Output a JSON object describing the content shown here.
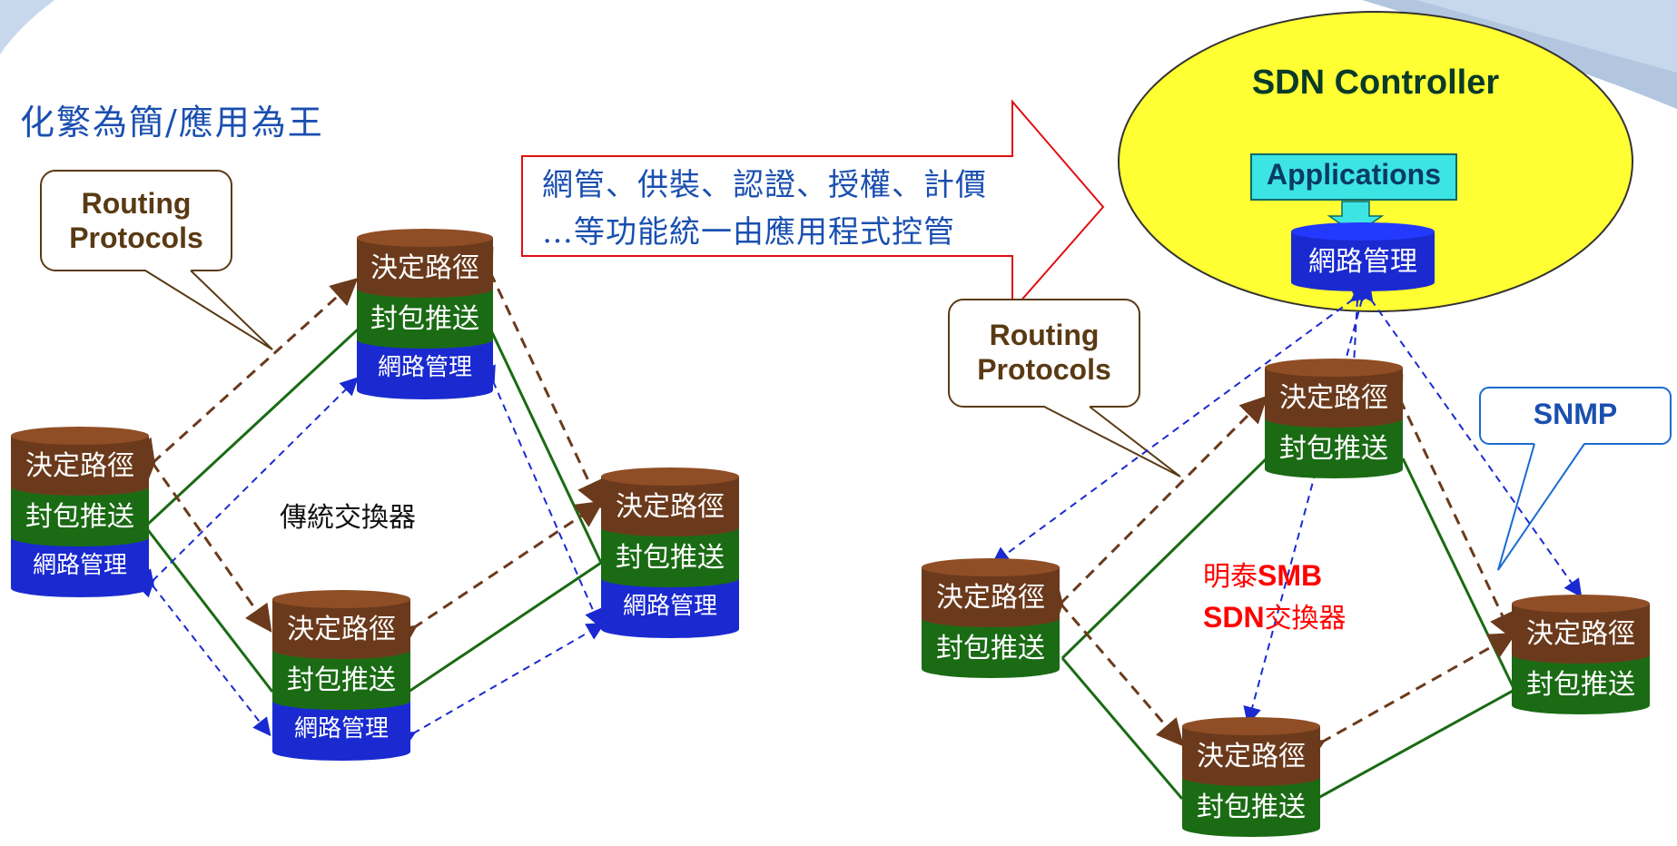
{
  "heading": "化繁為簡/應用為王",
  "arrow_text": [
    "網管、供裝、認證、授權、計價",
    "…等功能統一由應用程式控管"
  ],
  "left_callout": [
    "Routing",
    "Protocols"
  ],
  "right_callout": [
    "Routing",
    "Protocols"
  ],
  "snmp_label": "SNMP",
  "controller": {
    "title": "SDN Controller",
    "applications": "Applications",
    "mgmt": "網路管理"
  },
  "traditional_label": "傳統交換器",
  "sdn_label": {
    "part1_cn": "明泰",
    "part1_en": "SMB",
    "part2_en": "SDN",
    "part2_cn": "交換器"
  },
  "layers": {
    "decide": "決定路徑",
    "forward": "封包推送",
    "mgmt": "網路管理"
  },
  "colors": {
    "decide": "#6b3a1c",
    "forward": "#1a6b14",
    "mgmt": "#1a2ad0",
    "controller": "#ffff33",
    "arrow_border": "#e01010",
    "callout_border": "#5a3a14",
    "snmp_border": "#1a6bd0"
  }
}
